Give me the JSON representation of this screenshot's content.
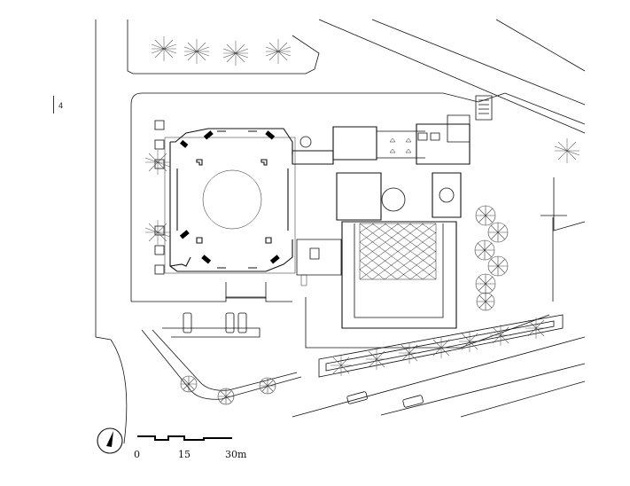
{
  "sheet": {
    "number": "4"
  },
  "scale_bar": {
    "labels": [
      "0",
      "15",
      "30m"
    ]
  },
  "north_arrow": {
    "icon": "north-arrow-icon"
  },
  "colors": {
    "ink": "#111111",
    "paper": "#ffffff",
    "vegetation": "#555555"
  }
}
